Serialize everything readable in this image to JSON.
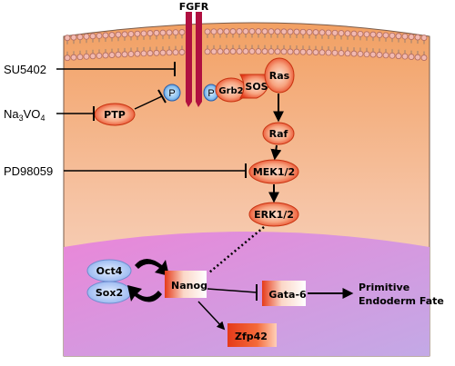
{
  "receptor": {
    "label": "FGFR"
  },
  "inhibitors": {
    "su5402": "SU5402",
    "na3vo4_prefix": "Na",
    "na3vo4_sub1": "3",
    "na3vo4_mid": "VO",
    "na3vo4_sub2": "4",
    "pd98059": "PD98059"
  },
  "nodes": {
    "ptp": "PTP",
    "p_left": "P",
    "p_right": "P",
    "grb2": "Grb2",
    "sos": "SOS",
    "ras": "Ras",
    "raf": "Raf",
    "mek": "MEK1/2",
    "erk": "ERK1/2",
    "oct4": "Oct4",
    "sox2": "Sox2",
    "nanog": "Nanog",
    "gata6": "Gata-6",
    "zfp42": "Zfp42"
  },
  "outcome": {
    "line1": "Primitive",
    "line2": "Endoderm Fate"
  },
  "colors": {
    "cytoplasm_top": "#f3a66a",
    "cytoplasm_bottom": "#f7d5c6",
    "nucleus_top": "#e98bd6",
    "nucleus_bottom": "#c7a6e2",
    "receptor": "#b01040",
    "node_red": "#e63a18",
    "oct_sox": "#a9c3f2"
  }
}
